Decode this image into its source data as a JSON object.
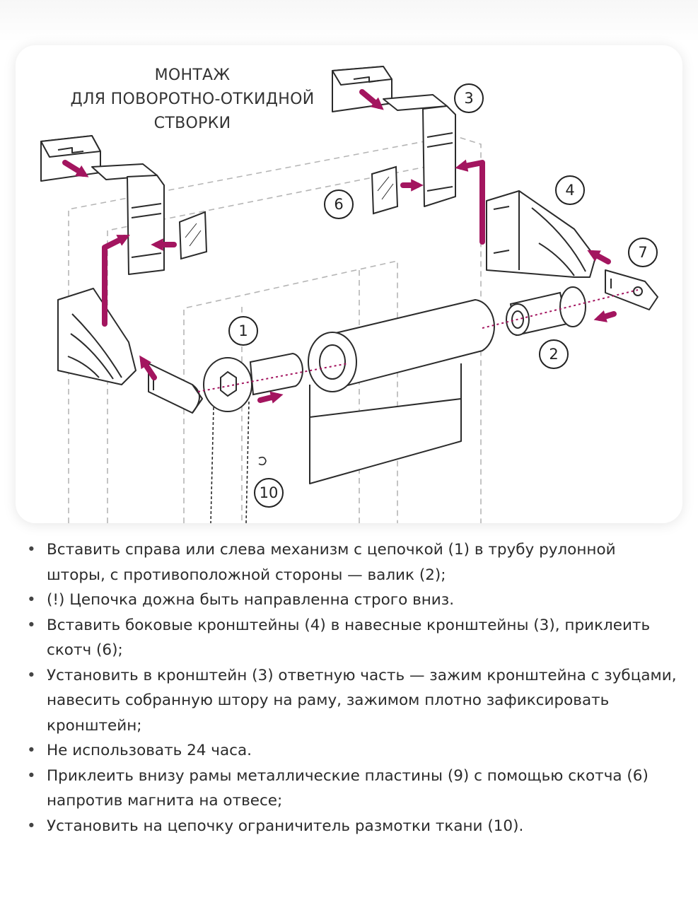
{
  "diagram": {
    "title_lines": [
      "МОНТАЖ",
      "ДЛЯ ПОВОРОТНО-ОТКИДНОЙ",
      "СТВОРКИ"
    ],
    "callouts": {
      "c1": "1",
      "c2": "2",
      "c3": "3",
      "c4": "4",
      "c6": "6",
      "c7": "7",
      "c10": "10"
    },
    "colors": {
      "arrow": "#a3155f",
      "line": "#2b2b2b",
      "dashed": "#b5b5b5"
    }
  },
  "instructions": [
    "Вставить справа или слева механизм с цепочкой (1) в трубу рулонной шторы, с противоположной стороны — валик (2);",
    "(!) Цепочка дожна быть направленна строго вниз.",
    "Вставить боковые кронштейны (4) в навесные кронштейны (3), приклеить скотч (6);",
    "Установить в кронштейн (3) ответную часть — зажим кронштейна с зубцами, навесить собранную штору на раму, зажимом плотно зафиксировать кронштейн;",
    "Не использовать 24 часа.",
    "Приклеить внизу рамы металлические пластины (9) с помощью скотча (6) напротив магнита на отвесе;",
    "Установить на цепочку ограничитель размотки ткани (10)."
  ]
}
